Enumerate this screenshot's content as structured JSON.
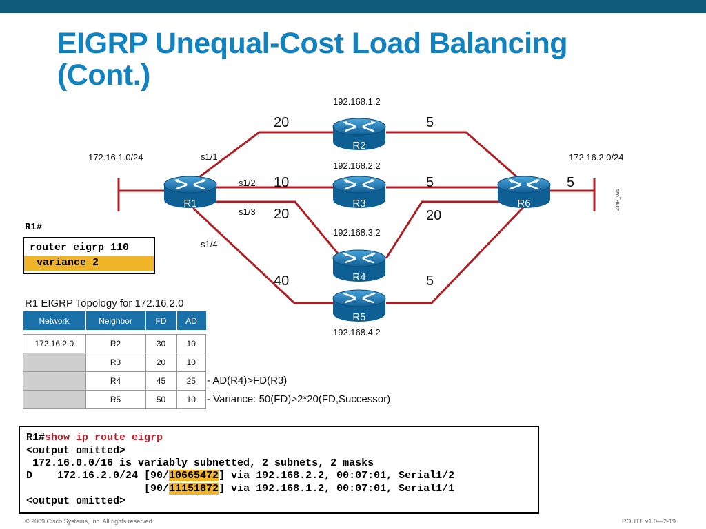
{
  "slide": {
    "title": "EIGRP Unequal-Cost Load Balancing\n(Cont.)",
    "footer_left": "© 2009 Cisco Systems, Inc. All rights reserved.",
    "footer_right": "ROUTE v1.0—2-19"
  },
  "colors": {
    "topbar": "#0f5a78",
    "title": "#1082c0",
    "link": "#b01e24",
    "router": "#1a7fc0",
    "highlight": "#f0b428",
    "table_header": "#1a70a8"
  },
  "diagram": {
    "routers": [
      "R1",
      "R2",
      "R3",
      "R4",
      "R5",
      "R6"
    ],
    "router_ips": {
      "r2": "192.168.1.2",
      "r3": "192.168.2.2",
      "r4": "192.168.3.2",
      "r5": "192.168.4.2"
    },
    "networks": {
      "left": "172.16.1.0/24",
      "right": "172.16.2.0/24"
    },
    "interfaces": {
      "s11": "s1/1",
      "s12": "s1/2",
      "s13": "s1/3",
      "s14": "s1/4"
    },
    "costs": {
      "r1_r2": "20",
      "r1_r3": "10",
      "r1_r4": "20",
      "r1_r5": "40",
      "r2_r6": "5",
      "r3_r6": "5",
      "r4_r6": "20",
      "r5_r6": "5",
      "r6_lan": "5"
    },
    "figure_id": "334P_036"
  },
  "config": {
    "prompt": "R1#",
    "line1": "router eigrp 110",
    "line2": "variance 2"
  },
  "topology": {
    "caption": "R1 EIGRP Topology for 172.16.2.0",
    "headers": [
      "Network",
      "Neighbor",
      "FD",
      "AD"
    ],
    "rows": [
      [
        "172.16.2.0",
        "R2",
        "30",
        "10"
      ],
      [
        "",
        "R3",
        "20",
        "10"
      ],
      [
        "",
        "R4",
        "45",
        "25"
      ],
      [
        "",
        "R5",
        "50",
        "10"
      ]
    ]
  },
  "notes": {
    "n1": "- AD(R4)>FD(R3)",
    "n2": "- Variance: 50(FD)>2*20(FD,Successor)"
  },
  "output": {
    "prompt": "R1#",
    "command": "show ip route eigrp",
    "l2": "<output omitted>",
    "l3": " 172.16.0.0/16 is variably subnetted, 2 subnets, 2 masks",
    "l4_pre": "D    172.16.2.0/24 [90/",
    "l4_metric": "10665472",
    "l4_post": "] via 192.168.2.2, 00:07:01, Serial1/2",
    "l5_pre": "                   [90/",
    "l5_metric": "11151872",
    "l5_post": "] via 192.168.1.2, 00:07:01, Serial1/1",
    "l6": "<output omitted>"
  }
}
